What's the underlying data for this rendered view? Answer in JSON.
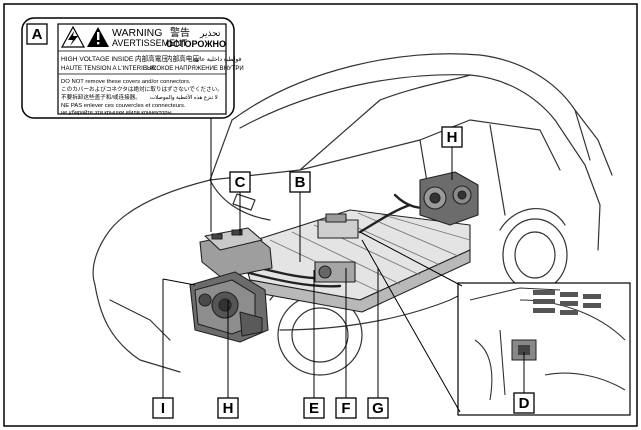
{
  "callouts": {
    "A": "A",
    "B": "B",
    "C": "C",
    "D": "D",
    "E": "E",
    "F": "F",
    "G": "G",
    "H_top": "H",
    "H_bottom": "H",
    "I": "I"
  },
  "warning_label": {
    "header_warning_en": "WARNING",
    "header_warning_fr": "AVERTISSEMENT",
    "header_warning_zh": "警告",
    "header_warning_ar": "تحذير",
    "header_warning_ru": "ОСТОРОЖНО",
    "hv_en": "HIGH VOLTAGE INSIDE",
    "hv_ja": "内部高電圧",
    "hv_zh": "内部高电压",
    "hv_ar": "فولطية داخلية عالية",
    "hv_fr": "HAUTE TENSION A L'INTERIEUR",
    "hv_ru": "ВЫСОКОЕ НАПРЯЖЕНИЕ ВНУТРИ",
    "line1": "DO NOT remove these covers and/or connectors.",
    "line2": "このカバーおよびコネクタは絶対に取りはずさないでください。",
    "line3": "不要拆卸这些盖子和/或连接器。",
    "line3_ar": "لا تنزع هذه الأغطية والموصلات",
    "line4": "NE PAS enlever ces couvercles et connecteurs.",
    "line5": "не убирайте эти крышки и/или коннекторы."
  },
  "icons": [
    "lightning-hazard-icon",
    "warning-triangle-icon"
  ]
}
